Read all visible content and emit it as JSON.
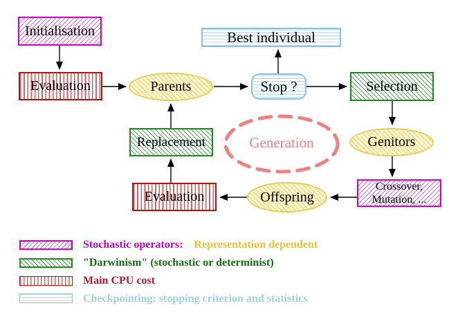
{
  "diagram": {
    "nodes": {
      "initialisation": {
        "label": "Initialisation"
      },
      "evaluation_top": {
        "label": "Evaluation"
      },
      "parents": {
        "label": "Parents"
      },
      "best_individual": {
        "label": "Best individual"
      },
      "stop": {
        "label": "Stop ?"
      },
      "selection": {
        "label": "Selection"
      },
      "genitors": {
        "label": "Genitors"
      },
      "crossover_mutation": {
        "line1": "Crossover,",
        "line2": "Mutation, ..."
      },
      "offspring": {
        "label": "Offspring"
      },
      "evaluation_bottom": {
        "label": "Evaluation"
      },
      "replacement": {
        "label": "Replacement"
      },
      "generation": {
        "label": "Generation"
      }
    },
    "colors": {
      "stochastic_operators": "#cc00cc",
      "darwinism": "#1f8c1f",
      "cpu_cost": "#b51414",
      "checkpointing": "#8ac4db",
      "population_ellipse": "#e4cf5c",
      "generation_loop": "#f08080",
      "arrow": "#000000"
    }
  },
  "legend": {
    "stochastic": {
      "label": "Stochastic operators:",
      "label2": "Representation dependent",
      "color": "#cc00cc",
      "color2": "#e8c62a"
    },
    "darwinism": {
      "label": "\"Darwinism\" (stochastic or determinist)",
      "color": "#0f7010"
    },
    "cpu": {
      "label": "Main CPU cost",
      "color": "#c51230"
    },
    "checkpointing": {
      "label": "Checkpointing: stopping criterion and statistics",
      "color": "#9ed0ea"
    }
  }
}
